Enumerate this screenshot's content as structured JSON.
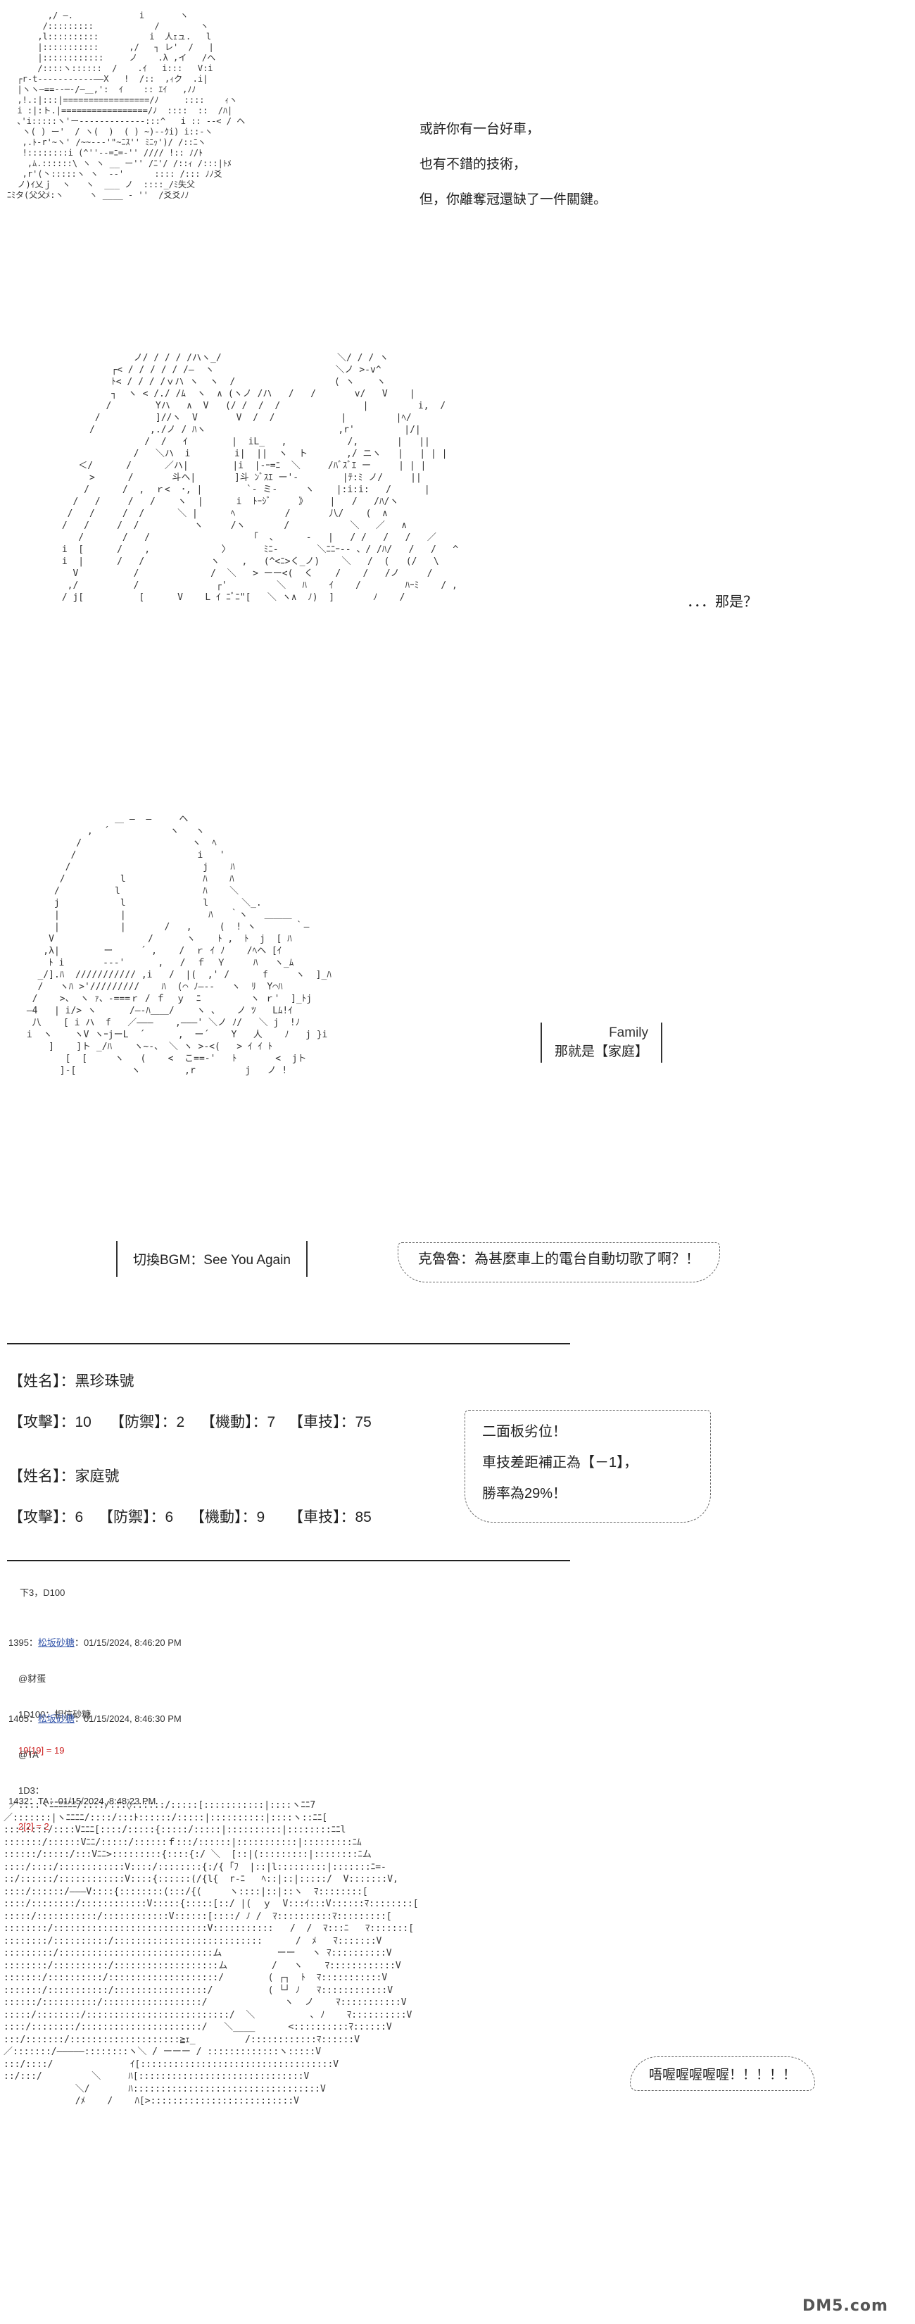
{
  "panel1": {
    "narration": [
      "或許你有一台好車，",
      "也有不錯的技術，",
      "但，你離奪冠還缺了一件關鍵。"
    ]
  },
  "panel2": {
    "narration": "．．．那是？"
  },
  "panel3": {
    "family_label": "Family",
    "family_text": "那就是【家庭】",
    "bgm_label": "切換BGM：See You Again",
    "bubble": "克魯魯：為甚麼車上的電台自動切歌了啊？！"
  },
  "stats": {
    "car1_name": "【姓名】：黑珍珠號",
    "car1_stats": [
      "【攻擊】：10",
      "【防禦】：2",
      "【機動】：7",
      "【車技】：75"
    ],
    "car2_name": "【姓名】：家庭號",
    "car2_stats": [
      "【攻擊】：6",
      "【防禦】：6",
      "【機動】：9",
      "【車技】：85"
    ],
    "bubble_lines": [
      "二面板劣位！",
      "車技差距補正為【－1】，",
      "勝率為29%！"
    ]
  },
  "forum": {
    "header": "下3，D100",
    "posts": [
      {
        "id": "1395：",
        "user": "松坂砂糖",
        "time": "：01/15/2024, 8:46:20 PM",
        "lines": [
          "@豺蛋",
          "1D100：相信砂糖"
        ],
        "result": "19[19] = 19"
      },
      {
        "id": "1405：",
        "user": "松坂砂糖",
        "time": "：01/15/2024, 8:46:30 PM",
        "lines": [
          "@TA",
          "1D3："
        ],
        "result": "2[2] = 2"
      },
      {
        "id": "1432：",
        "user": "TA",
        "time": "：01/15/2024, 8:48:23 PM",
        "lines": [],
        "result": ""
      }
    ]
  },
  "panel4": {
    "bubble": "唔喔喔喔喔喔！！！！！"
  },
  "watermark": "DM5.com"
}
